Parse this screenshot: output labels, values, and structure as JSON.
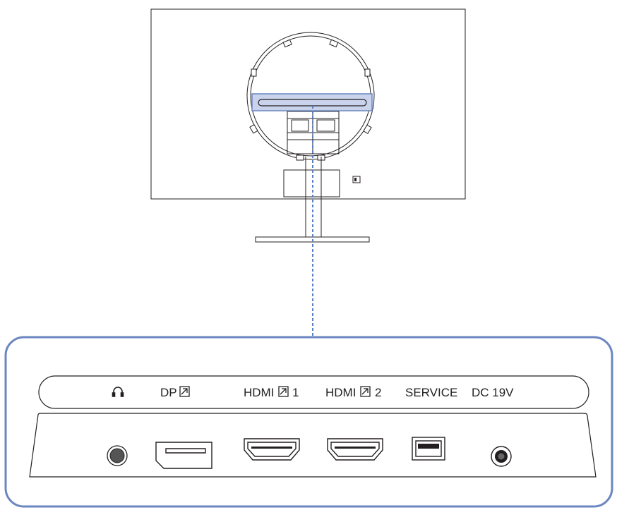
{
  "port_labels": {
    "headphone_icon": "headphone-icon",
    "dp": "DP",
    "hdmi1_prefix": "HDMI",
    "hdmi1_number": "1",
    "hdmi2_prefix": "HDMI",
    "hdmi2_number": "2",
    "service": "SERVICE",
    "dc": "DC 19V"
  },
  "icons": {
    "input_icon": "input-arrow-icon",
    "lock_icon": "kensington-lock-icon"
  },
  "colors": {
    "outline": "#231f20",
    "highlight_frame": "#6b86c0",
    "highlight_fill": "#c9d3ec",
    "connector_line": "#5b7fc6"
  }
}
